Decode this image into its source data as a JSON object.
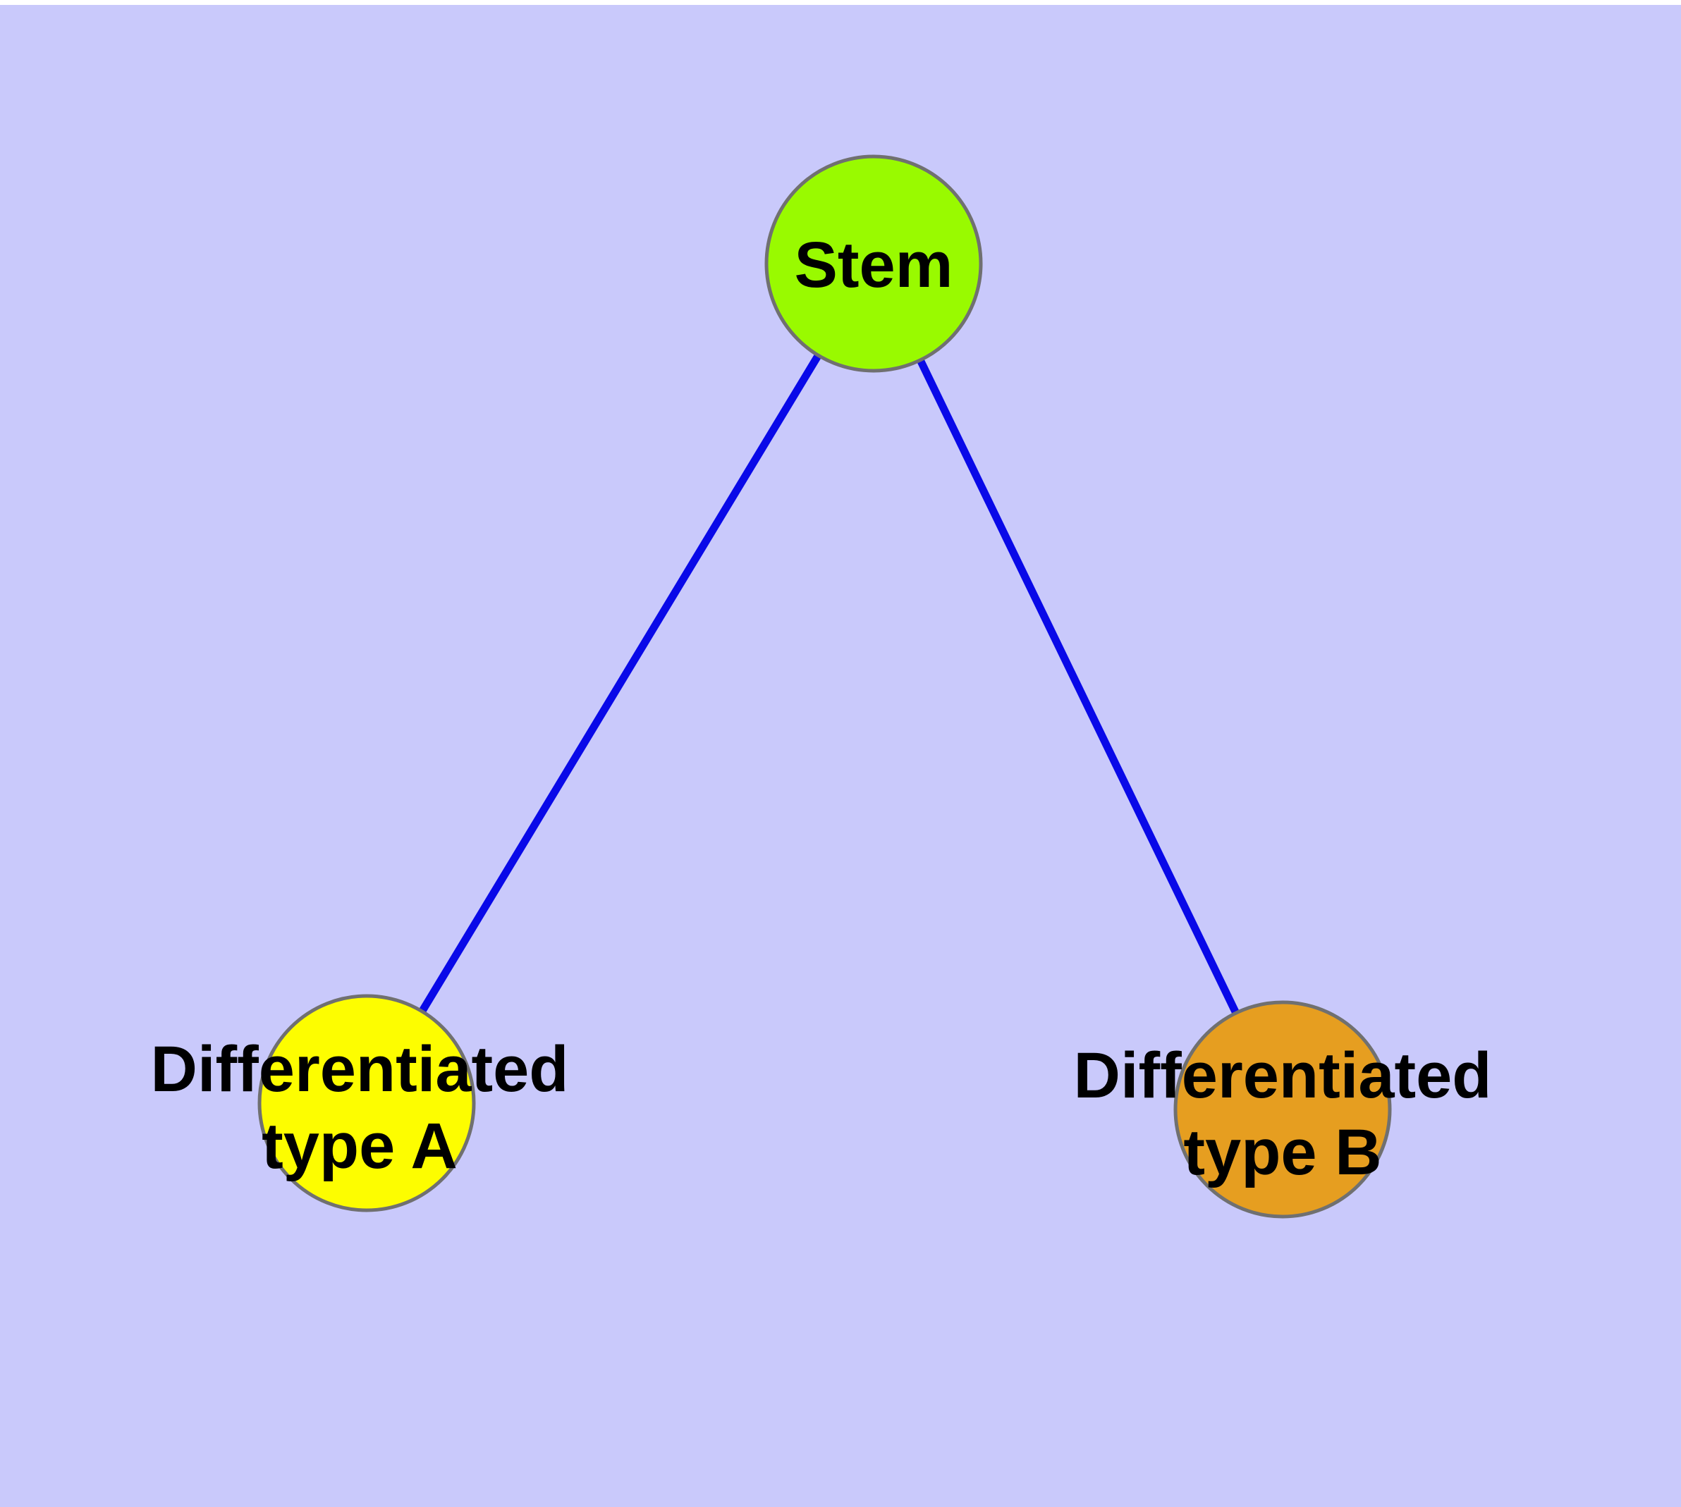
{
  "diagram": {
    "background_color": "#c9c9fb",
    "top_strip_color": "#ffffff",
    "edge_color": "#0909e8",
    "node_border_color": "#707070",
    "text_color": "#000000",
    "nodes": [
      {
        "id": "stem",
        "label": "Stem",
        "color": "#99fa00"
      },
      {
        "id": "differentiated-type-a",
        "label": "Differentiated type A",
        "label_line1": "Differentiated",
        "label_line2": "type A",
        "color": "#fdfd00"
      },
      {
        "id": "differentiated-type-b",
        "label": "Differentiated type B",
        "label_line1": "Differentiated",
        "label_line2": "type B",
        "color": "#e69e20"
      }
    ],
    "edges": [
      {
        "from": "Stem",
        "to": "Differentiated type A"
      },
      {
        "from": "Stem",
        "to": "Differentiated type B"
      }
    ]
  }
}
